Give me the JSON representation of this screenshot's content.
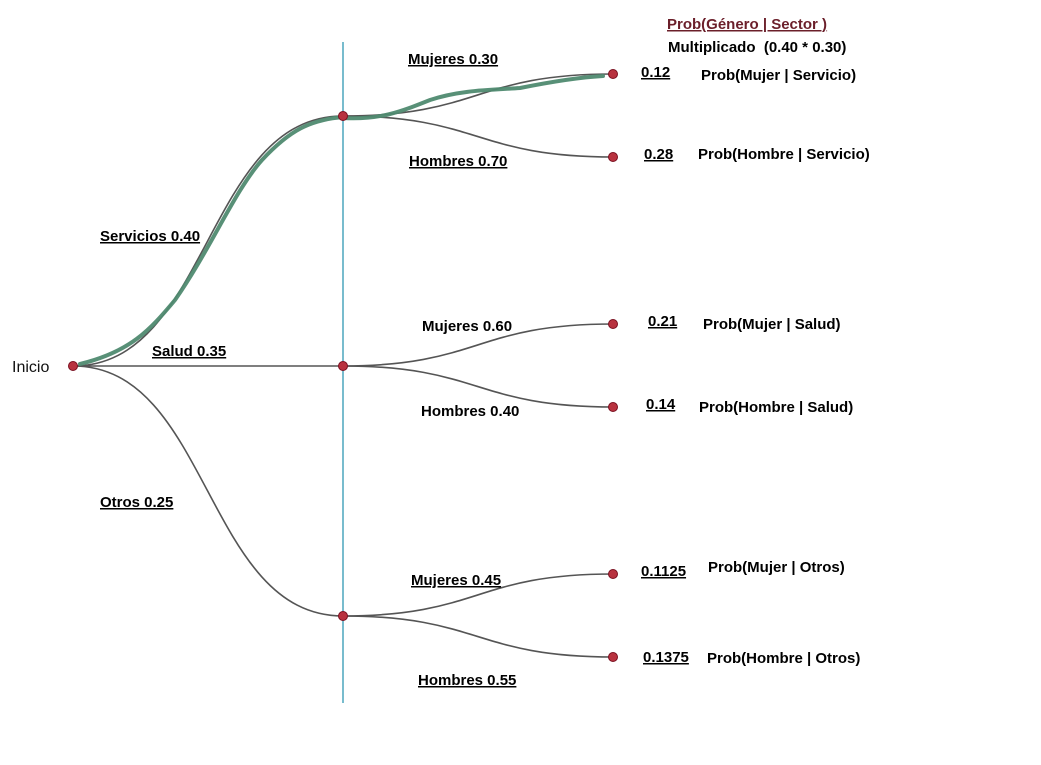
{
  "header": {
    "title": "Prob(Género | Sector )",
    "subtitle": "Multiplicado  (0.40 * 0.30)"
  },
  "root": {
    "label": "Inicio"
  },
  "sectors": [
    {
      "label": "Servicios 0.40",
      "outcomes": [
        {
          "label": "Mujeres 0.30",
          "joint": "0.12",
          "conditional": "Prob(Mujer | Servicio)"
        },
        {
          "label": "Hombres 0.70",
          "joint": "0.28",
          "conditional": "Prob(Hombre | Servicio)"
        }
      ]
    },
    {
      "label": "Salud 0.35",
      "outcomes": [
        {
          "label": "Mujeres 0.60",
          "joint": "0.21",
          "conditional": "Prob(Mujer | Salud)"
        },
        {
          "label": "Hombres 0.40",
          "joint": "0.14",
          "conditional": "Prob(Hombre | Salud)"
        }
      ]
    },
    {
      "label": "Otros 0.25",
      "outcomes": [
        {
          "label": "Mujeres 0.45",
          "joint": "0.1125",
          "conditional": "Prob(Mujer | Otros)"
        },
        {
          "label": "Hombres 0.55",
          "joint": "0.1375",
          "conditional": "Prob(Hombre | Otros)"
        }
      ]
    }
  ],
  "colors": {
    "node": "#b8323f",
    "highlight": "#4f8a70",
    "divider": "#3fa0b8",
    "title": "#6b1f2a"
  }
}
